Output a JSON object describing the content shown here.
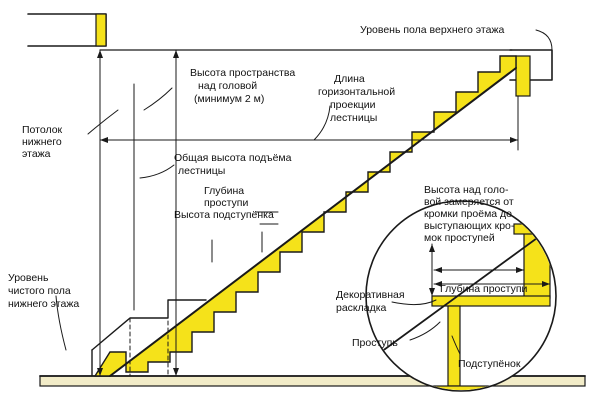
{
  "labels": {
    "upper_floor": "Уровень пола верхнего этажа",
    "ceiling_line1": "Потолок",
    "ceiling_line2": "нижнего",
    "ceiling_line3": "этажа",
    "headroom_line1": "Высота пространства",
    "headroom_line2": "над головой",
    "headroom_line3": "(минимум 2 м)",
    "run_line1": "Длина",
    "run_line2": "горизонтальной",
    "run_line3": "проекции",
    "run_line4": "лестницы",
    "rise_line1": "Общая высота подъёма",
    "rise_line2": "лестницы",
    "tread_depth_line1": "Глубина",
    "tread_depth_line2": "проступи",
    "riser_height": "Высота подступёнка",
    "lower_floor_line1": "Уровень",
    "lower_floor_line2": "чистого пола",
    "lower_floor_line3": "нижнего этажа",
    "detail_note_line1": "Высота над голо-",
    "detail_note_line2": "вой замеряется от",
    "detail_note_line3": "кромки проёма до",
    "detail_note_line4": "выступающих кро-",
    "detail_note_line5": "мок проступей",
    "detail_tread_depth": "Глубина проступи",
    "decorative_line1": "Декоративная",
    "decorative_line2": "раскладка",
    "tread": "Проступь",
    "riser": "Подступёнок"
  },
  "colors": {
    "wood": "#f5e21a",
    "ink": "#1a1a1a",
    "floor_fill": "#f2ecc8"
  }
}
